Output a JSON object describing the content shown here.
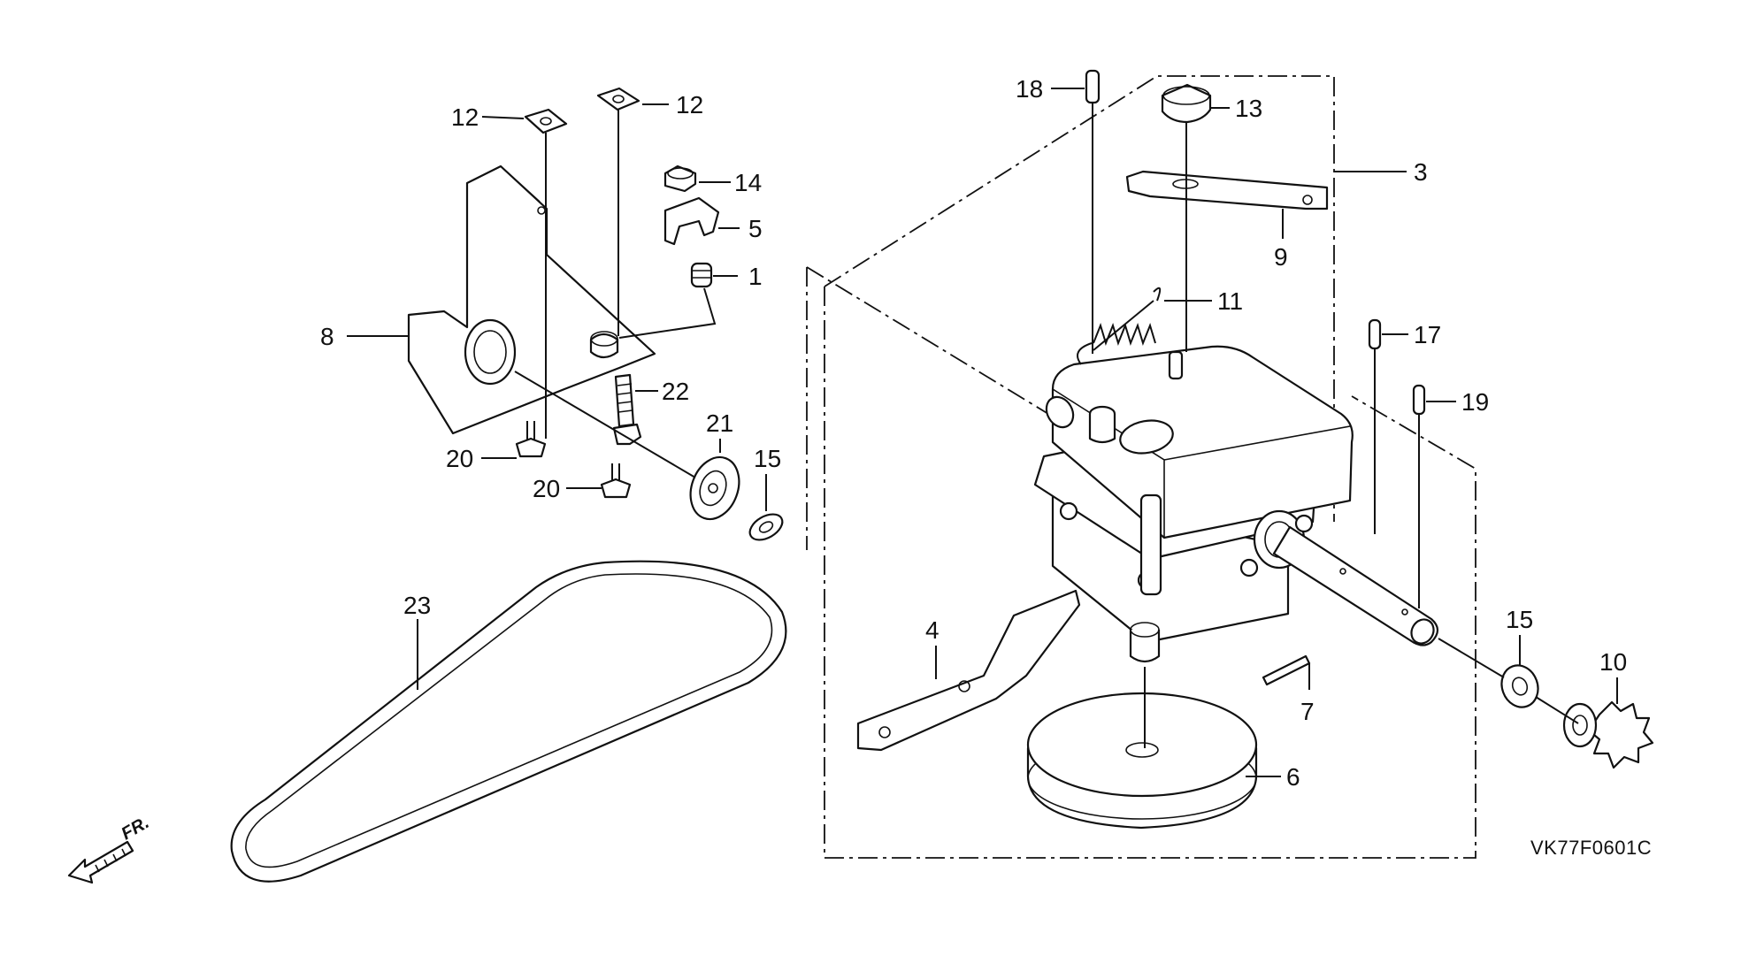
{
  "callouts": [
    {
      "key": "c1",
      "text": "1"
    },
    {
      "key": "c3",
      "text": "3"
    },
    {
      "key": "c4",
      "text": "4"
    },
    {
      "key": "c5",
      "text": "5"
    },
    {
      "key": "c6",
      "text": "6"
    },
    {
      "key": "c7",
      "text": "7"
    },
    {
      "key": "c8",
      "text": "8"
    },
    {
      "key": "c9",
      "text": "9"
    },
    {
      "key": "c10",
      "text": "10"
    },
    {
      "key": "c11",
      "text": "11"
    },
    {
      "key": "c12a",
      "text": "12"
    },
    {
      "key": "c12b",
      "text": "12"
    },
    {
      "key": "c13",
      "text": "13"
    },
    {
      "key": "c14",
      "text": "14"
    },
    {
      "key": "c15a",
      "text": "15"
    },
    {
      "key": "c15b",
      "text": "15"
    },
    {
      "key": "c17",
      "text": "17"
    },
    {
      "key": "c18",
      "text": "18"
    },
    {
      "key": "c19",
      "text": "19"
    },
    {
      "key": "c20a",
      "text": "20"
    },
    {
      "key": "c20b",
      "text": "20"
    },
    {
      "key": "c21",
      "text": "21"
    },
    {
      "key": "c22",
      "text": "22"
    },
    {
      "key": "c23",
      "text": "23"
    }
  ],
  "diagram_code": "VK77F0601C",
  "front_marker": "FR.",
  "icons": {
    "front_arrow": "front-direction-arrow-icon"
  }
}
